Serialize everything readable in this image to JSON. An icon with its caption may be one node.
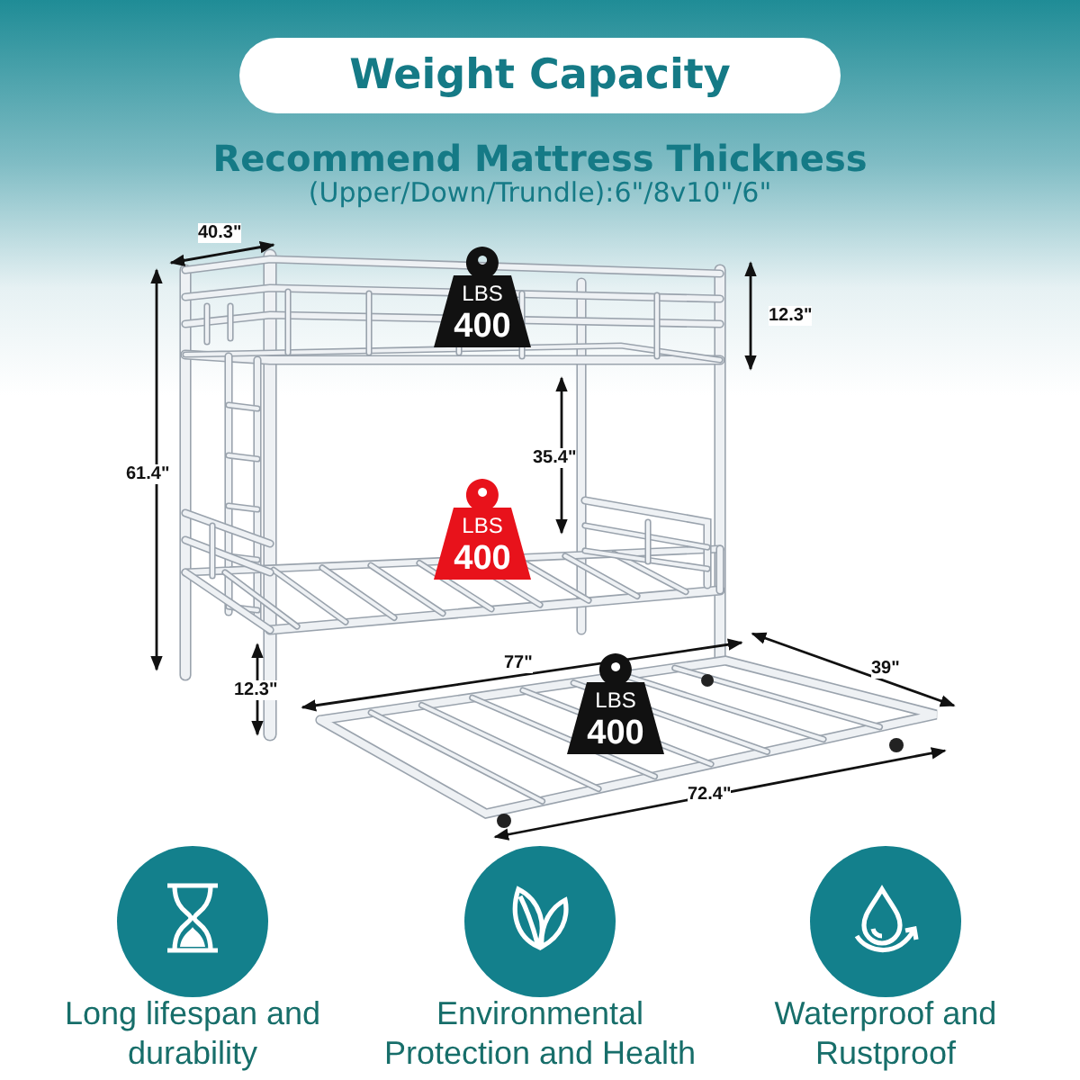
{
  "diagram": {
    "title": "Weight Capacity",
    "nodes": [
      {
        "text": [
          "LBS",
          "400"
        ]
      },
      {
        "text": [
          "LBS",
          "400"
        ]
      },
      {
        "text": [
          "LBS",
          "400"
        ]
      },
      {
        "text": [],
        "shape": "circle",
        "beside": [
          "Long lifespan and durability"
        ]
      },
      {
        "text": [],
        "shape": "circle",
        "beside": [
          "Environmental Protection and Health"
        ]
      },
      {
        "text": [],
        "shape": "circle",
        "beside": [
          "Waterproof and Rustproof"
        ]
      }
    ],
    "labels": [
      "Recommend Mattress Thickness",
      "(Upper/Down/Trundle):6\"/8v10\"/6\"",
      "40.3\"",
      "12.3\"",
      "61.4\"",
      "35.4\"",
      "77\"",
      "39\"",
      "12.3\"",
      "72.4\""
    ]
  }
}
